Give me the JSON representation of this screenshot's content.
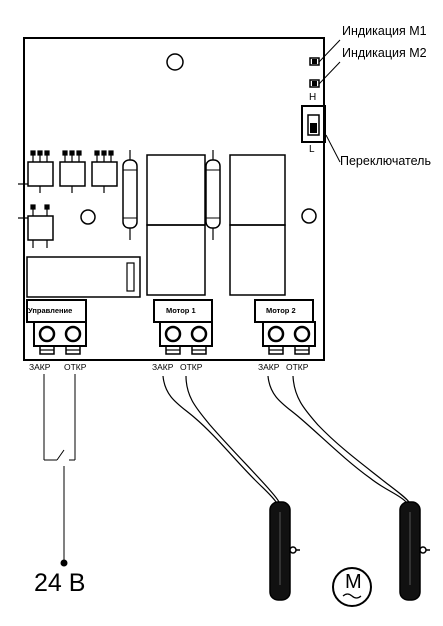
{
  "labels": {
    "indication_m1": "Индикация М1",
    "indication_m2": "Индикация М2",
    "switch": "Переключатель",
    "switch_high": "H",
    "switch_low": "L"
  },
  "blocks": {
    "control": "Управление",
    "motor1": "Мотор 1",
    "motor2": "Мотор 2"
  },
  "terminals": {
    "control": [
      "ЗАКР",
      "ОТКР"
    ],
    "motor1": [
      "ЗАКР",
      "ОТКР"
    ],
    "motor2": [
      "ЗАКР",
      "ОТКР"
    ]
  },
  "supply": "24 В",
  "motor_symbol": "M"
}
